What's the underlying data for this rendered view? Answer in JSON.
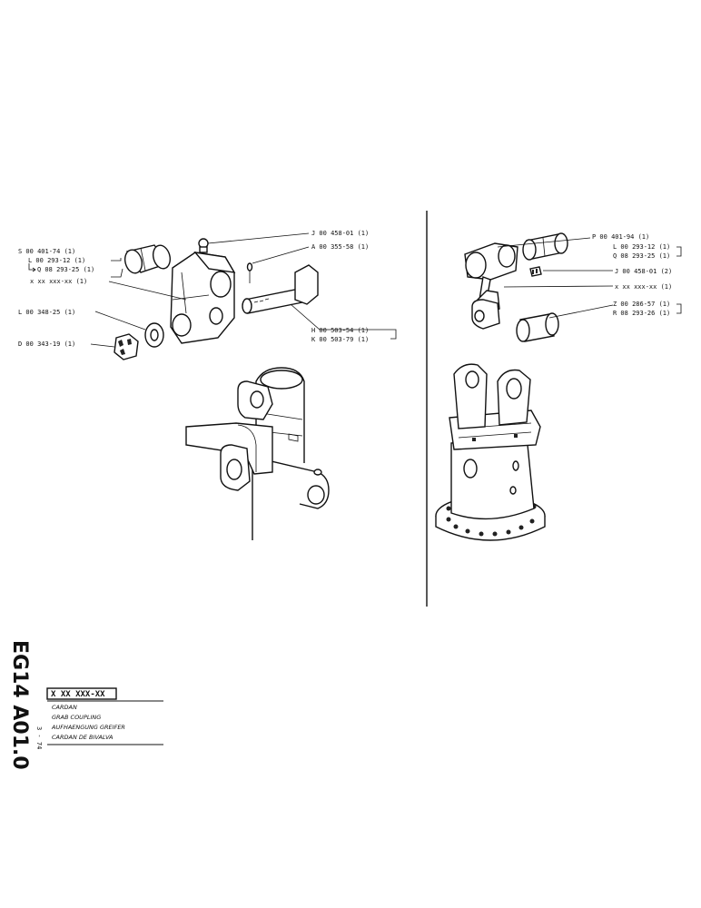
{
  "left_group": {
    "labels": [
      "J 00 458-01 (1)",
      "A 00 355-58 (1)",
      "S 00 401-74 (1)",
      "L 00 293-12 (1)",
      "Q 08 293-25 (1)",
      "x xx xxx-xx (1)",
      "L 00 348-25 (1)",
      "D 00 343-19 (1)",
      "H 00 503-54 (1)",
      "K 00 503-79 (1)"
    ]
  },
  "right_group": {
    "labels": [
      "P 00 401-94 (1)",
      "L 00 293-12 (1)",
      "Q 08 293-25 (1)",
      "J 00 458-01 (2)",
      "x xx xxx-xx (1)",
      "Z 00 286-57 (1)",
      "R 08 293-26 (1)"
    ]
  },
  "title_block": {
    "drawing_number": "EG14 A01.0",
    "date": "3 - 74",
    "part_number": "X XX XXX-XX",
    "titles": [
      "CARDAN",
      "GRAB COUPLING",
      "AUFHAENGUNG GREIFER",
      "CARDAN DE BIVALVA"
    ]
  }
}
